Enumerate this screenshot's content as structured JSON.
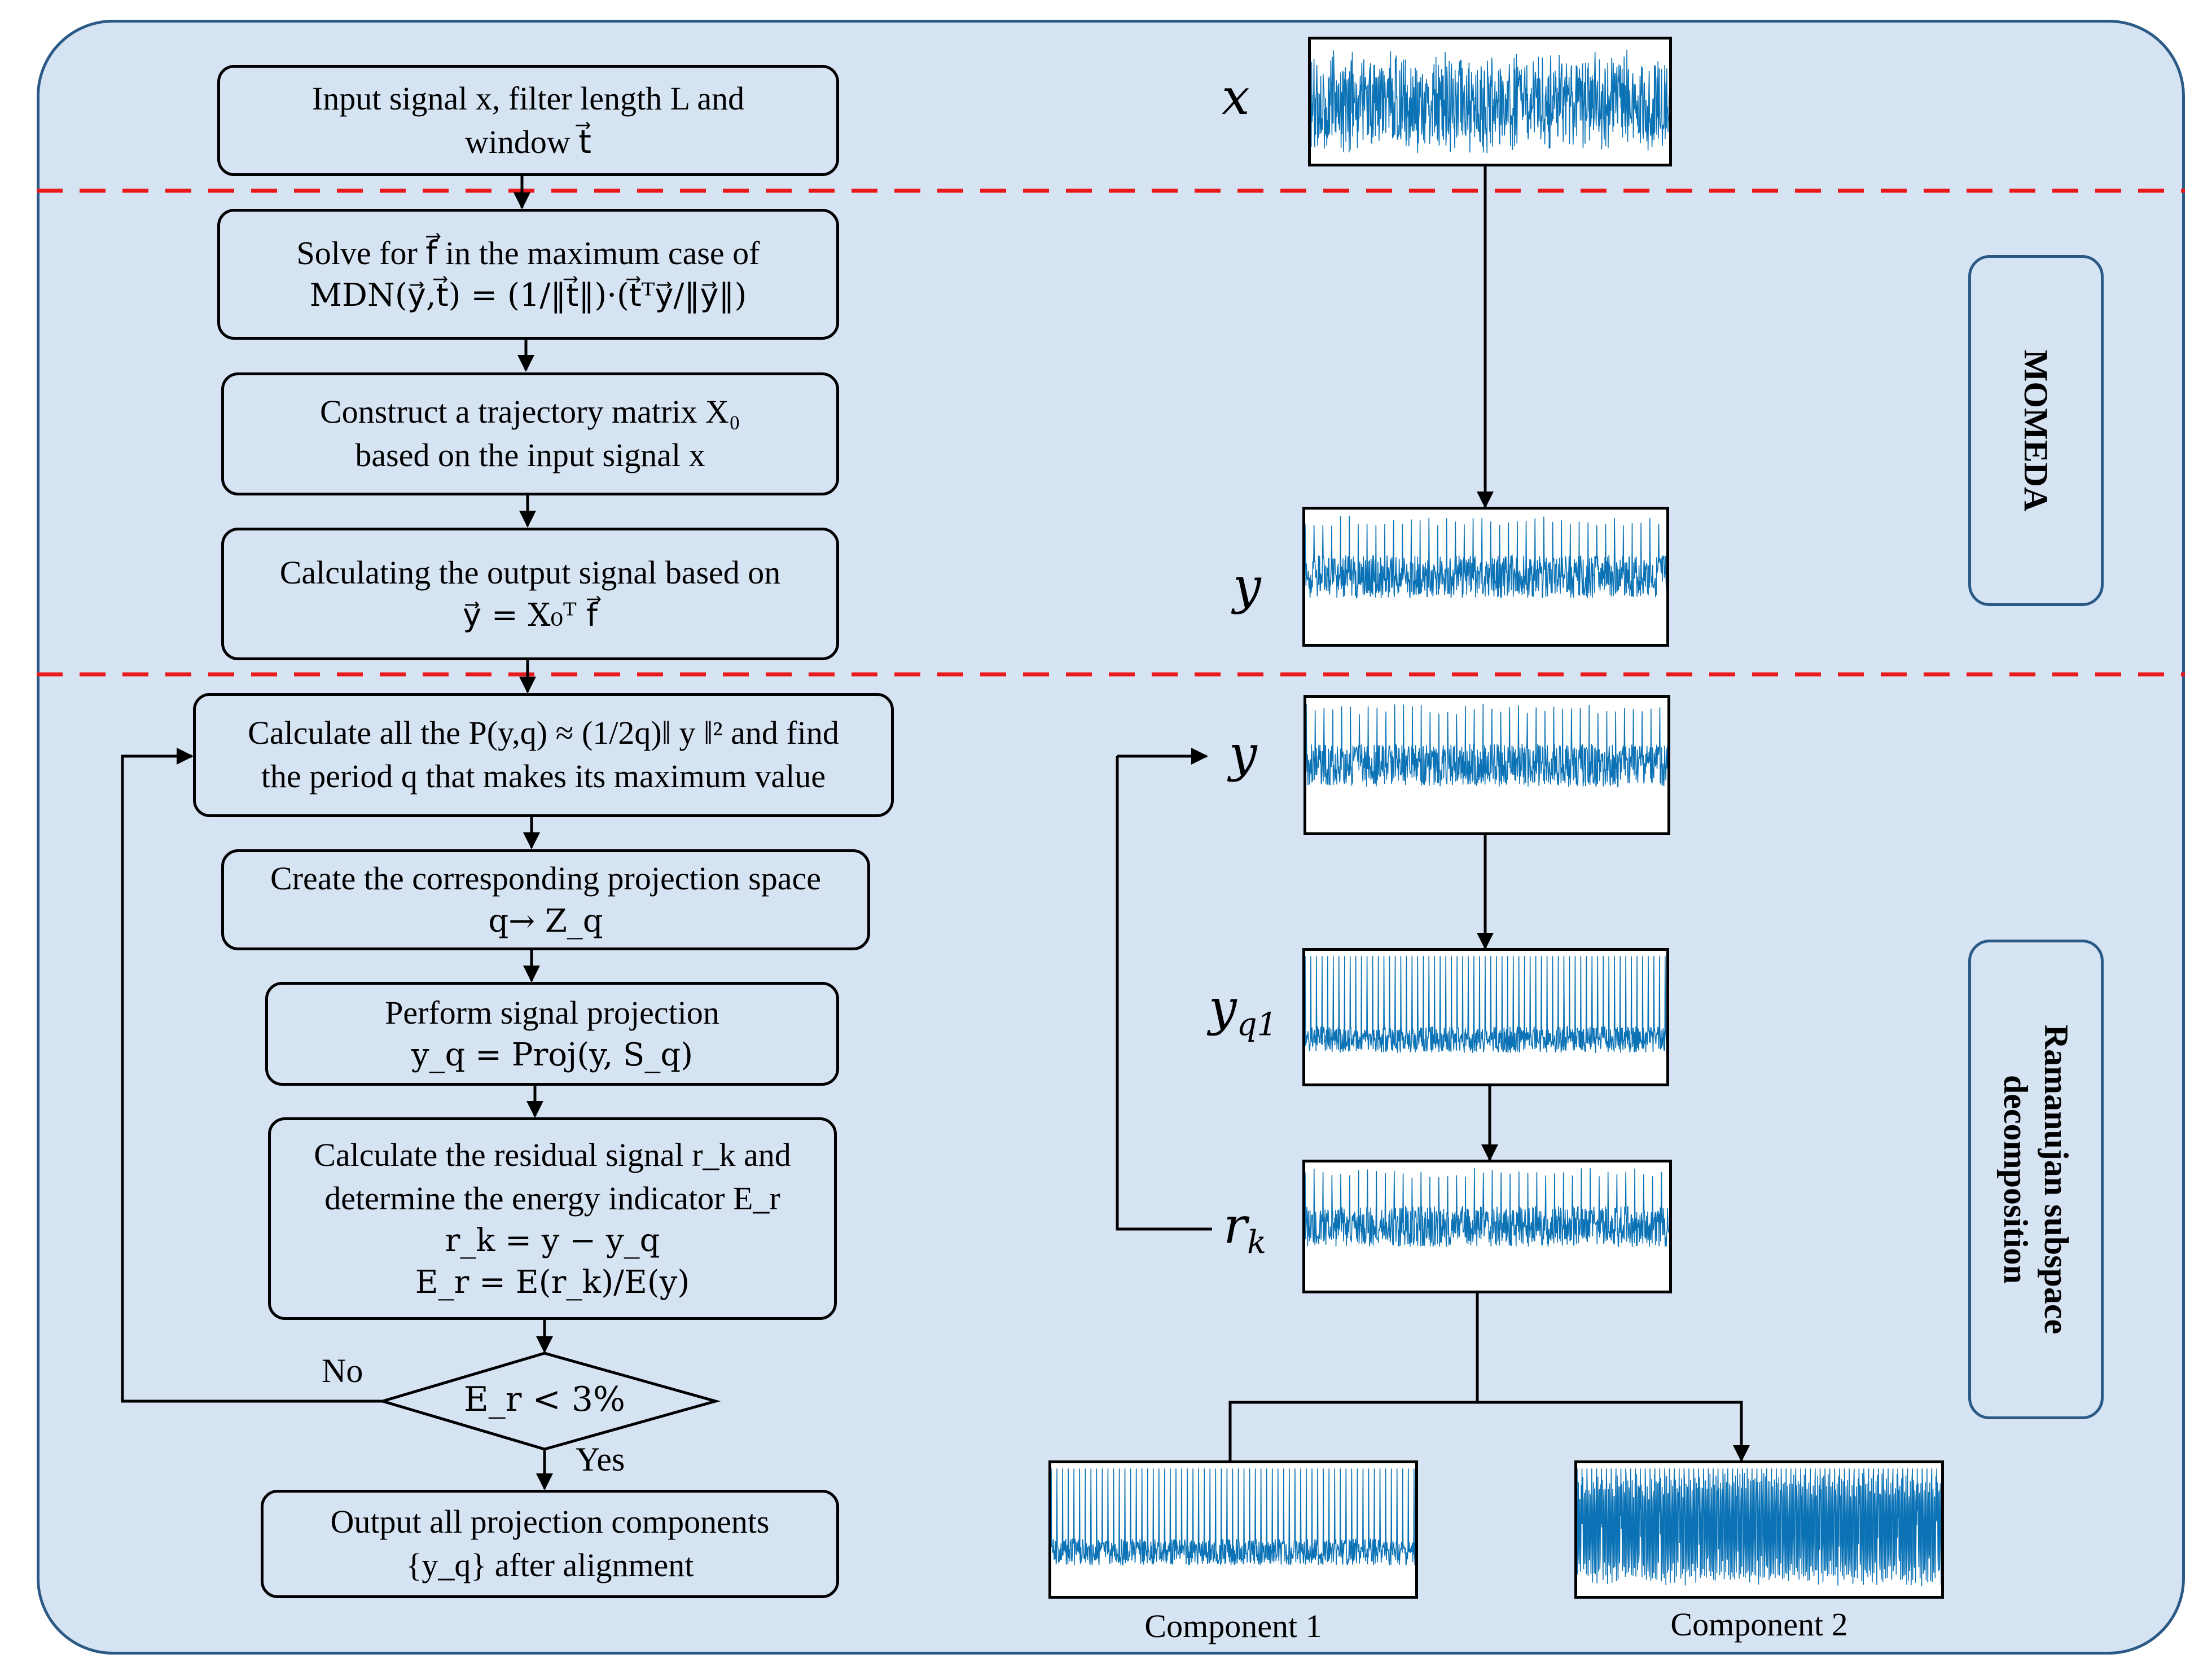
{
  "flow": {
    "input": {
      "line1": "Input signal  x, filter length  L and",
      "line2": "window t⃗"
    },
    "solve": {
      "line1": "Solve for  f⃗  in the maximum case of",
      "line2": "MDN(y⃗,t⃗) = (1/‖t⃗‖)·(t⃗ᵀy⃗/‖y⃗‖)"
    },
    "construct": {
      "line1": "Construct a trajectory matrix  X₀",
      "line2": "based on the input signal  x"
    },
    "calc_output": {
      "line1": "Calculating the output signal based on",
      "line2": "y⃗ = X₀ᵀ f⃗"
    },
    "calc_all": {
      "line1": "Calculate all the  P(y,q) ≈ (1/2q)‖ y ‖² and find",
      "line2": "the period  q that makes its maximum value"
    },
    "create": {
      "line1": "Create the corresponding projection space",
      "line2": "q→ Z_q"
    },
    "perform": {
      "line1": "Perform signal projection",
      "line2": "y_q = Proj(y, S_q)"
    },
    "residual": {
      "line1": "Calculate the residual signal  r_k and",
      "line2": "determine the energy indicator  E_r",
      "line3": "r_k = y − y_q",
      "line4": "E_r = E(r_k)/E(y)"
    },
    "decision": {
      "label": "E_r < 3%",
      "no": "No",
      "yes": "Yes"
    },
    "output": {
      "line1": "Output all projection  components",
      "line2": "{y_q} after alignment"
    }
  },
  "signals": {
    "x": "x",
    "y_top": "y",
    "y_loop": "y",
    "yq1": "y",
    "yq1_sub": "q1",
    "rk": "r",
    "rk_sub": "k",
    "component1": "Component 1",
    "component2": "Component 2"
  },
  "sections": {
    "momeda": "MOMEDA",
    "ramanujan_line1": "Ramanujan subspace",
    "ramanujan_line2": "decomposition"
  },
  "colors": {
    "signal": "#0b72b5",
    "divider": "#e8191a",
    "panel": "#d6e3f3",
    "frame": "#2b5a86"
  }
}
